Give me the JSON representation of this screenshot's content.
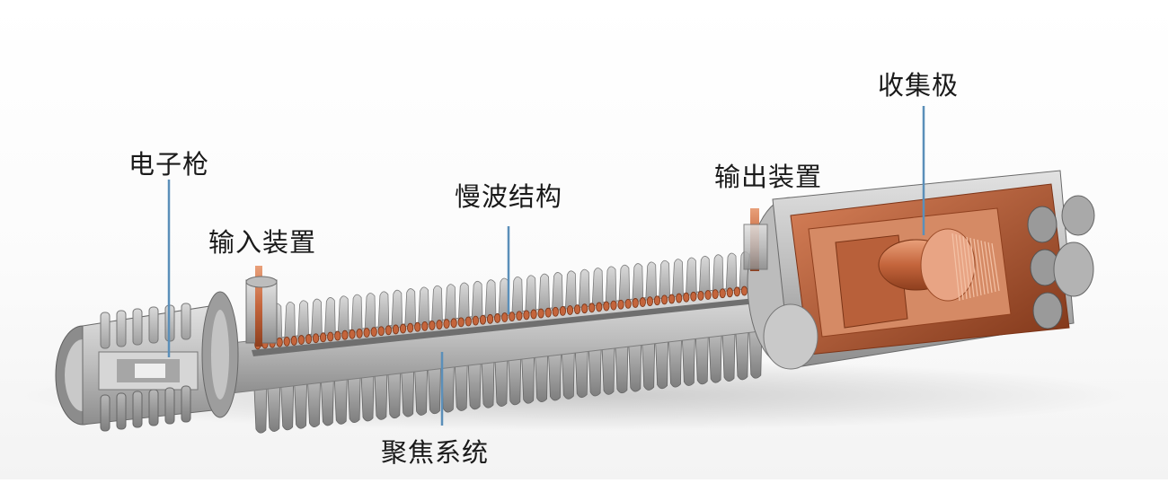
{
  "labels": {
    "electron_gun": "电子枪",
    "input_device": "输入装置",
    "slow_wave_structure": "慢波结构",
    "output_device": "输出装置",
    "collector": "收集极",
    "focusing_system": "聚焦系统"
  },
  "colors": {
    "leader_line": "#5b8fb9",
    "copper": "#c4653c",
    "metal": "#a9a9a9",
    "text": "#1a1a1a"
  }
}
